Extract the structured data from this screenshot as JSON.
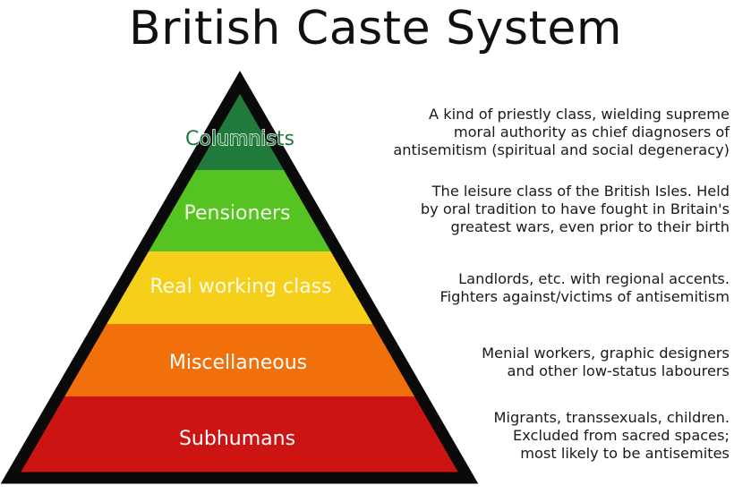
{
  "title": "British Caste System",
  "tiers": [
    {
      "label": "Columnists",
      "color": "#1f7a3c",
      "label_fill": "#1f7a3c",
      "label_stroke": "#ffffff",
      "description": [
        "A kind of priestly class, wielding supreme",
        "moral authority as chief diagnosers of",
        "antisemitism (spiritual and social degeneracy)"
      ]
    },
    {
      "label": "Pensioners",
      "color": "#55c422",
      "label_fill": "#f2f7ea",
      "label_stroke": "#55c422",
      "description": [
        "The leisure class of the British Isles. Held",
        "by oral tradition to have fought in Britain's",
        "greatest wars, even prior to their birth"
      ]
    },
    {
      "label": "Real working class",
      "color": "#f6cf1b",
      "label_fill": "#fffbe6",
      "label_stroke": "#f6cf1b",
      "description": [
        "Landlords, etc. with regional accents.",
        "Fighters against/victims of antisemitism"
      ]
    },
    {
      "label": "Miscellaneous",
      "color": "#f2700c",
      "label_fill": "#ffffff",
      "label_stroke": "none",
      "description": [
        "Menial workers, graphic designers",
        "and other low-status labourers"
      ]
    },
    {
      "label": "Subhumans",
      "color": "#cc1413",
      "label_fill": "#ffffff",
      "label_stroke": "none",
      "description": [
        "Migrants, transsexuals, children.",
        "Excluded from sacred spaces;",
        "most likely to be antisemites"
      ]
    }
  ]
}
